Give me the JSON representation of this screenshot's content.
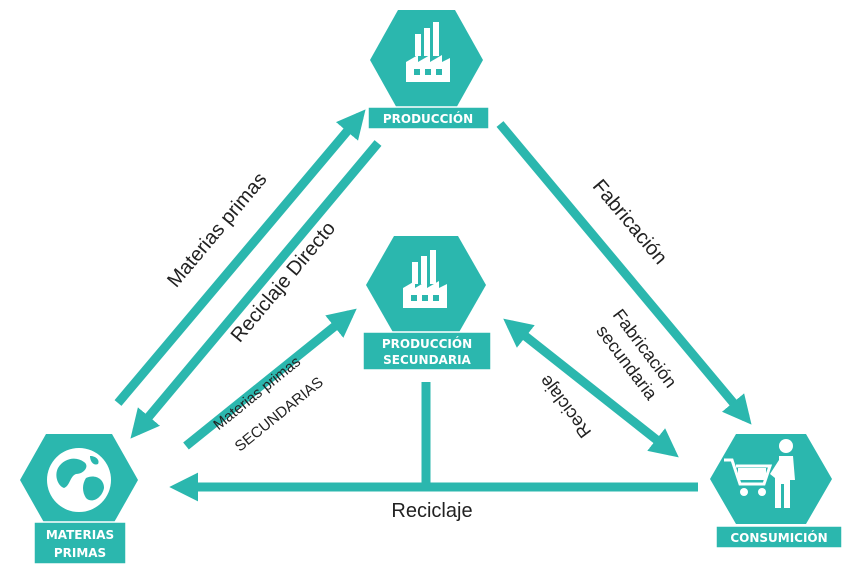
{
  "colors": {
    "accent": "#2bb7ae",
    "text": "#222222",
    "background": "#ffffff",
    "icon": "#ffffff"
  },
  "nodes": {
    "produccion": {
      "label": "PRODUCCIÓN",
      "icon": "factory-icon"
    },
    "produccion_secundaria": {
      "label_line1": "PRODUCCIÓN",
      "label_line2": "SECUNDARIA",
      "icon": "factory-icon"
    },
    "materias_primas": {
      "label_line1": "MATERIAS",
      "label_line2": "PRIMAS",
      "icon": "globe-icon"
    },
    "consumicion": {
      "label": "CONSUMICIÓN",
      "icon": "shopping-cart-person-icon"
    }
  },
  "flows": {
    "materias_primas": "Materias primas",
    "reciclaje_directo": "Reciclaje Directo",
    "fabricacion": "Fabricación",
    "materias_primas_secundarias_line1": "Materias primas",
    "materias_primas_secundarias_line2": "SECUNDARIAS",
    "fabricacion_secundaria_line1": "Fabricación",
    "fabricacion_secundaria_line2": "secundaria",
    "reciclaje_inner": "Reciclaje",
    "reciclaje_bottom": "Reciclaje"
  }
}
